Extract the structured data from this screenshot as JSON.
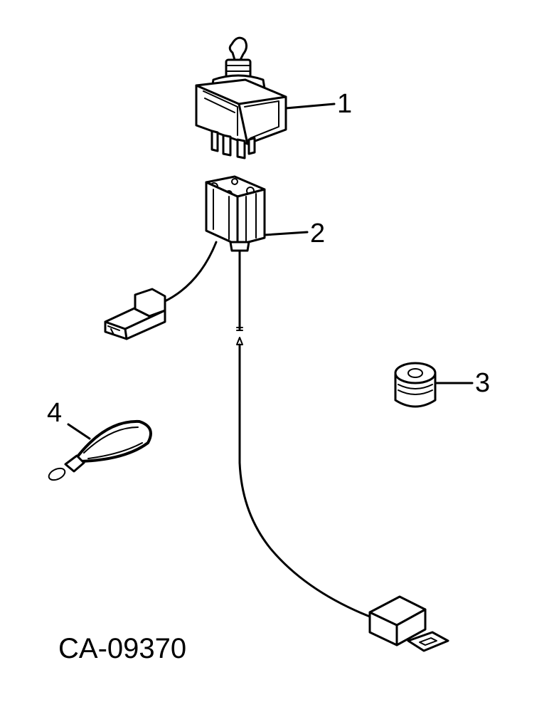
{
  "diagram": {
    "drawing_id": "CA-09370",
    "callouts": [
      {
        "number": "1",
        "part": "toggle-switch"
      },
      {
        "number": "2",
        "part": "connector-wiring-harness"
      },
      {
        "number": "3",
        "part": "grommet"
      },
      {
        "number": "4",
        "part": "cable-strap"
      }
    ]
  },
  "colors": {
    "ink": "#000000",
    "paper": "#ffffff"
  }
}
